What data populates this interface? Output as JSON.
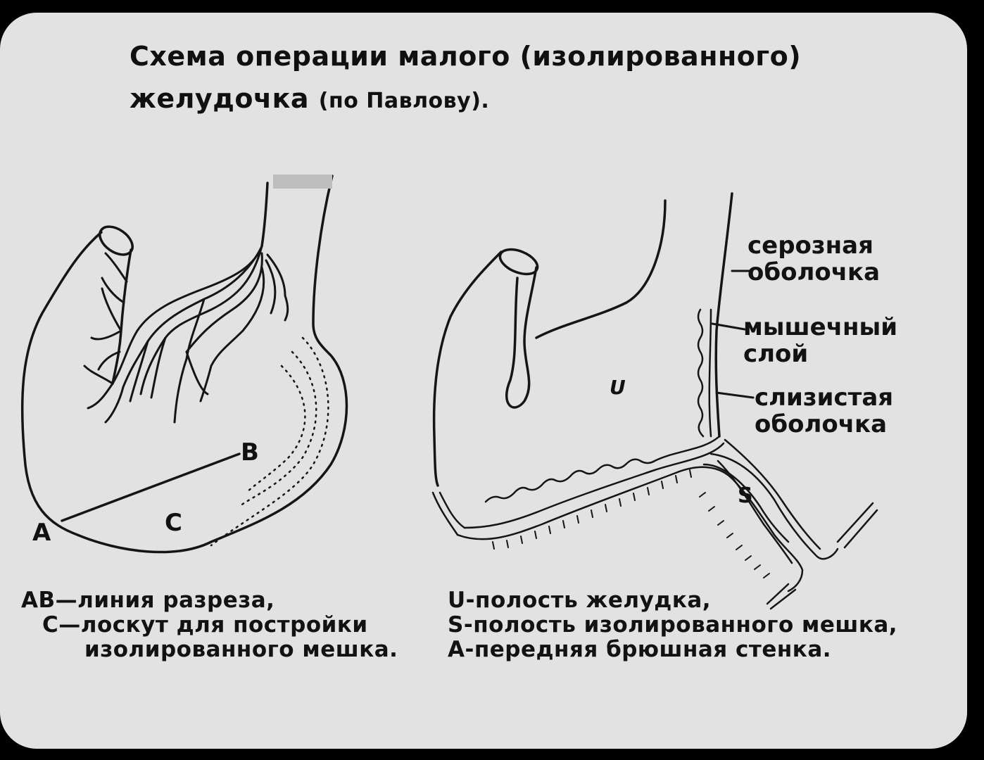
{
  "title": {
    "line1": "Схема операции малого (изолированного)",
    "line2_main": "желудочка",
    "line2_small": "(по Павлову)."
  },
  "left_figure": {
    "point_a": "A",
    "point_b": "B",
    "flap_c": "C"
  },
  "right_figure": {
    "cavity_u": "U",
    "cavity_s": "S",
    "layers": {
      "serous_line1": "серозная",
      "serous_line2": "оболочка",
      "muscle_line1": "мышечный",
      "muscle_line2": "слой",
      "mucous_line1": "слизистая",
      "mucous_line2": "оболочка"
    }
  },
  "legend_left": {
    "line1": "AB—линия разреза,",
    "line2": "C—лоскут для постройки",
    "line3": "изолированного мешка."
  },
  "legend_right": {
    "line1": "U-полость желудка,",
    "line2": "S-полость изолированного мешка,",
    "line3": "A-передняя брюшная стенка."
  }
}
